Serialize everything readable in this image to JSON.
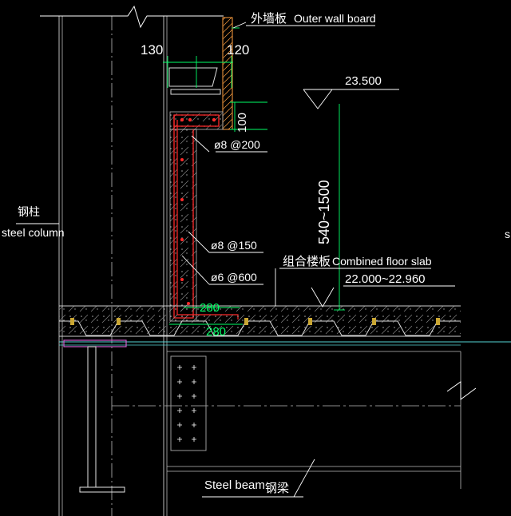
{
  "labels": {
    "outer_wall_cn": "外墙板",
    "outer_wall_en": "Outer wall board",
    "dim_130": "130",
    "dim_120": "120",
    "dim_100": "100",
    "elev_top": "23.500",
    "rebar_top": "ø8 @200",
    "dim_vertical": "540~1500",
    "steel_column_cn": "钢柱",
    "steel_column_en": "steel column",
    "rebar_mid": "ø8 @150",
    "rebar_low": "ø6 @600",
    "floor_slab_cn": "组合楼板",
    "floor_slab_en": "Combined floor slab",
    "elev_slab": "22.000~22.960",
    "dim_280_top": "280",
    "dim_280_bottom": "280",
    "steel_beam_en": "Steel beam",
    "steel_beam_cn": "钢梁",
    "edge_s": "s"
  },
  "colors": {
    "background": "#000000",
    "text": "#ffffff",
    "dimension": "#00ff66",
    "rebar": "#ff2a2a",
    "concrete_hatch": "#b8b8b8",
    "steel_section": "#e6e6e6",
    "deck": "#cccccc",
    "column_line": "#bbbbbb",
    "beam_flange": "#55d4d4",
    "bolt_plate": "#9a9a9a",
    "stud": "#c9a633",
    "purple": "#d060d0",
    "wall_board": "#ffa040"
  }
}
